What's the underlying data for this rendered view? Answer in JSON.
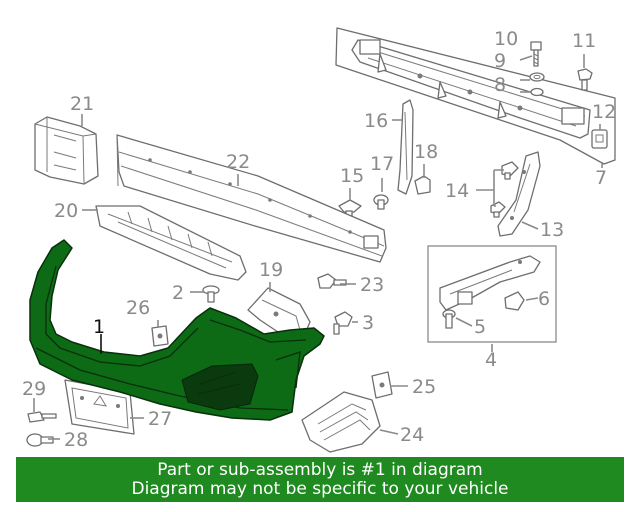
{
  "callouts": {
    "c1": "1",
    "c2": "2",
    "c3": "3",
    "c4": "4",
    "c5": "5",
    "c6": "6",
    "c7": "7",
    "c8": "8",
    "c9": "9",
    "c10": "10",
    "c11": "11",
    "c12": "12",
    "c13": "13",
    "c14": "14",
    "c15": "15",
    "c16": "16",
    "c17": "17",
    "c18": "18",
    "c19": "19",
    "c20": "20",
    "c21": "21",
    "c22": "22",
    "c23": "23",
    "c24": "24",
    "c25": "25",
    "c26": "26",
    "c27": "27",
    "c28": "28",
    "c29": "29"
  },
  "banner": {
    "line1": "Part or sub-assembly is #1 in diagram",
    "line2": "Diagram may not be specific to your vehicle"
  },
  "colors": {
    "highlight_part": "#0d6b16",
    "banner_background": "#1f8a1f",
    "banner_text": "#ffffff",
    "callout_text": "#8a8a8a",
    "outline": "#6e6e6e"
  }
}
